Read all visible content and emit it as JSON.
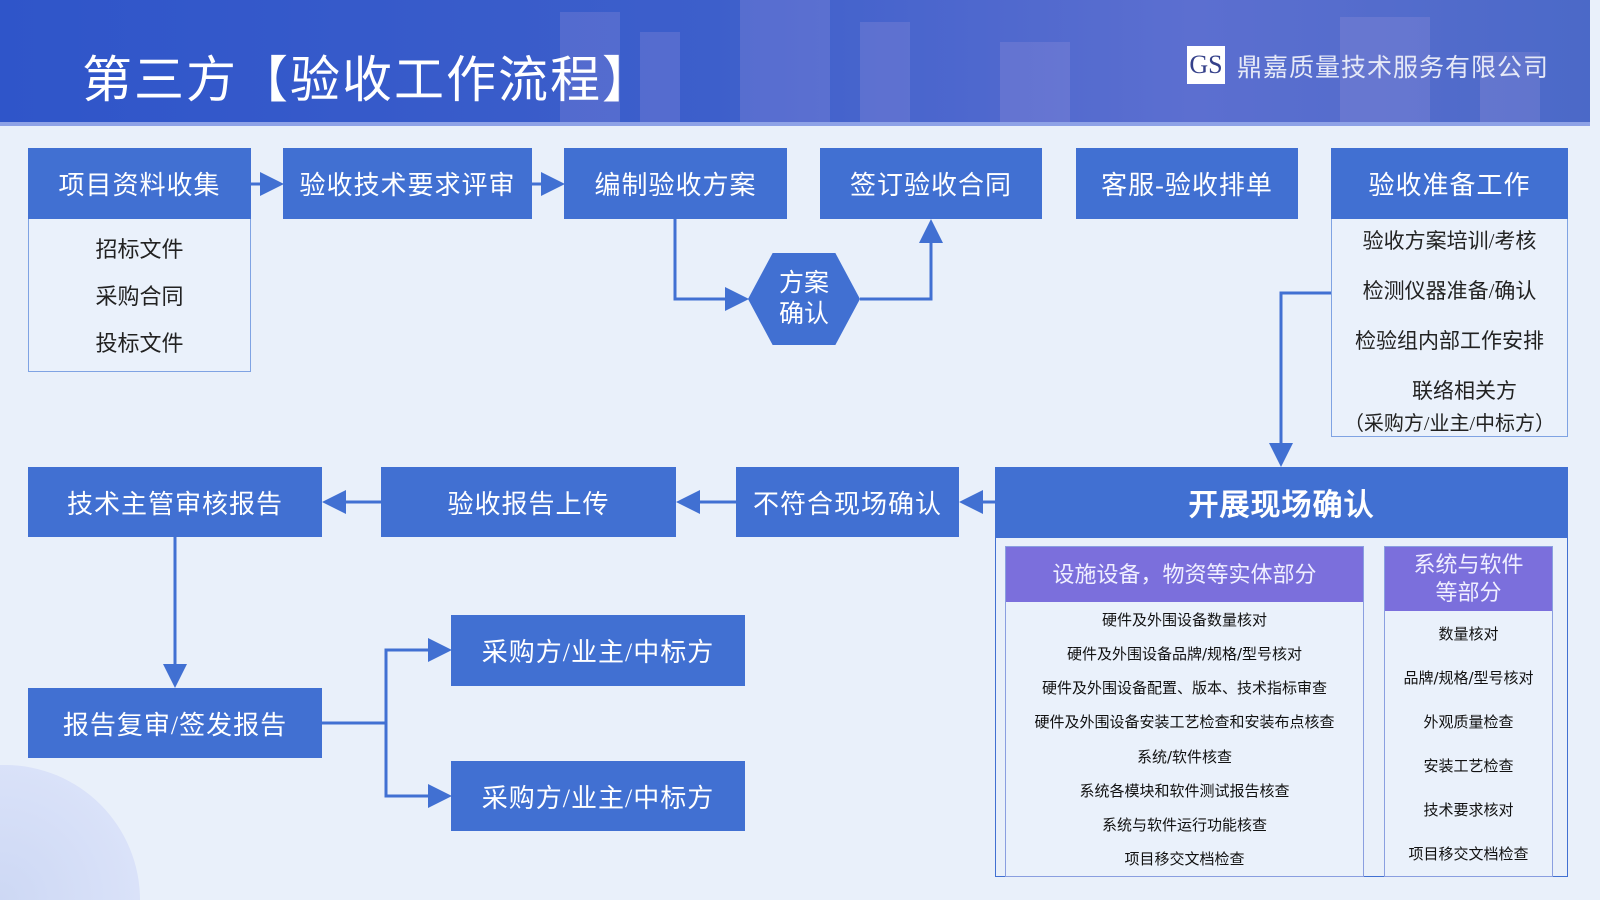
{
  "header": {
    "title": "第三方【验收工作流程】",
    "logo_text": "GS",
    "company": "鼎嘉质量技术服务有限公司"
  },
  "row1": {
    "collect": {
      "label": "项目资料收集",
      "items": [
        "招标文件",
        "采购合同",
        "投标文件"
      ]
    },
    "review": "验收技术要求评审",
    "plan": "编制验收方案",
    "confirm_plan": [
      "方案",
      "确认"
    ],
    "contract": "签订验收合同",
    "schedule": "客服-验收排单",
    "prepare": {
      "label": "验收准备工作",
      "items": [
        "验收方案培训/考核",
        "检测仪器准备/确认",
        "检验组内部工作安排",
        "联络相关方",
        "（采购方/业主/中标方）"
      ]
    }
  },
  "row2": {
    "onsite": "开展现场确认",
    "nonconform": "不符合现场确认",
    "upload": "验收报告上传",
    "audit": "技术主管审核报告"
  },
  "onsite_detail": {
    "physical": {
      "label": "设施设备，物资等实体部分",
      "items": [
        "硬件及外围设备数量核对",
        "硬件及外围设备品牌/规格/型号核对",
        "硬件及外围设备配置、版本、技术指标审查",
        "硬件及外围设备安装工艺检查和安装布点核查",
        "系统/软件核查",
        "系统各模块和软件测试报告核查",
        "系统与软件运行功能核查",
        "项目移交文档检查"
      ]
    },
    "software": {
      "label": "系统与软件等部分",
      "items": [
        "数量核对",
        "品牌/规格/型号核对",
        "外观质量检查",
        "安装工艺检查",
        "技术要求核对",
        "项目移交文档检查"
      ]
    }
  },
  "final": {
    "reissue": "报告复审/签发报告",
    "recipient1": "采购方/业主/中标方",
    "recipient2": "采购方/业主/中标方"
  },
  "colors": {
    "box": "#4170d2",
    "sub_header": "#7b6fdc",
    "background": "#e9f0fa"
  }
}
